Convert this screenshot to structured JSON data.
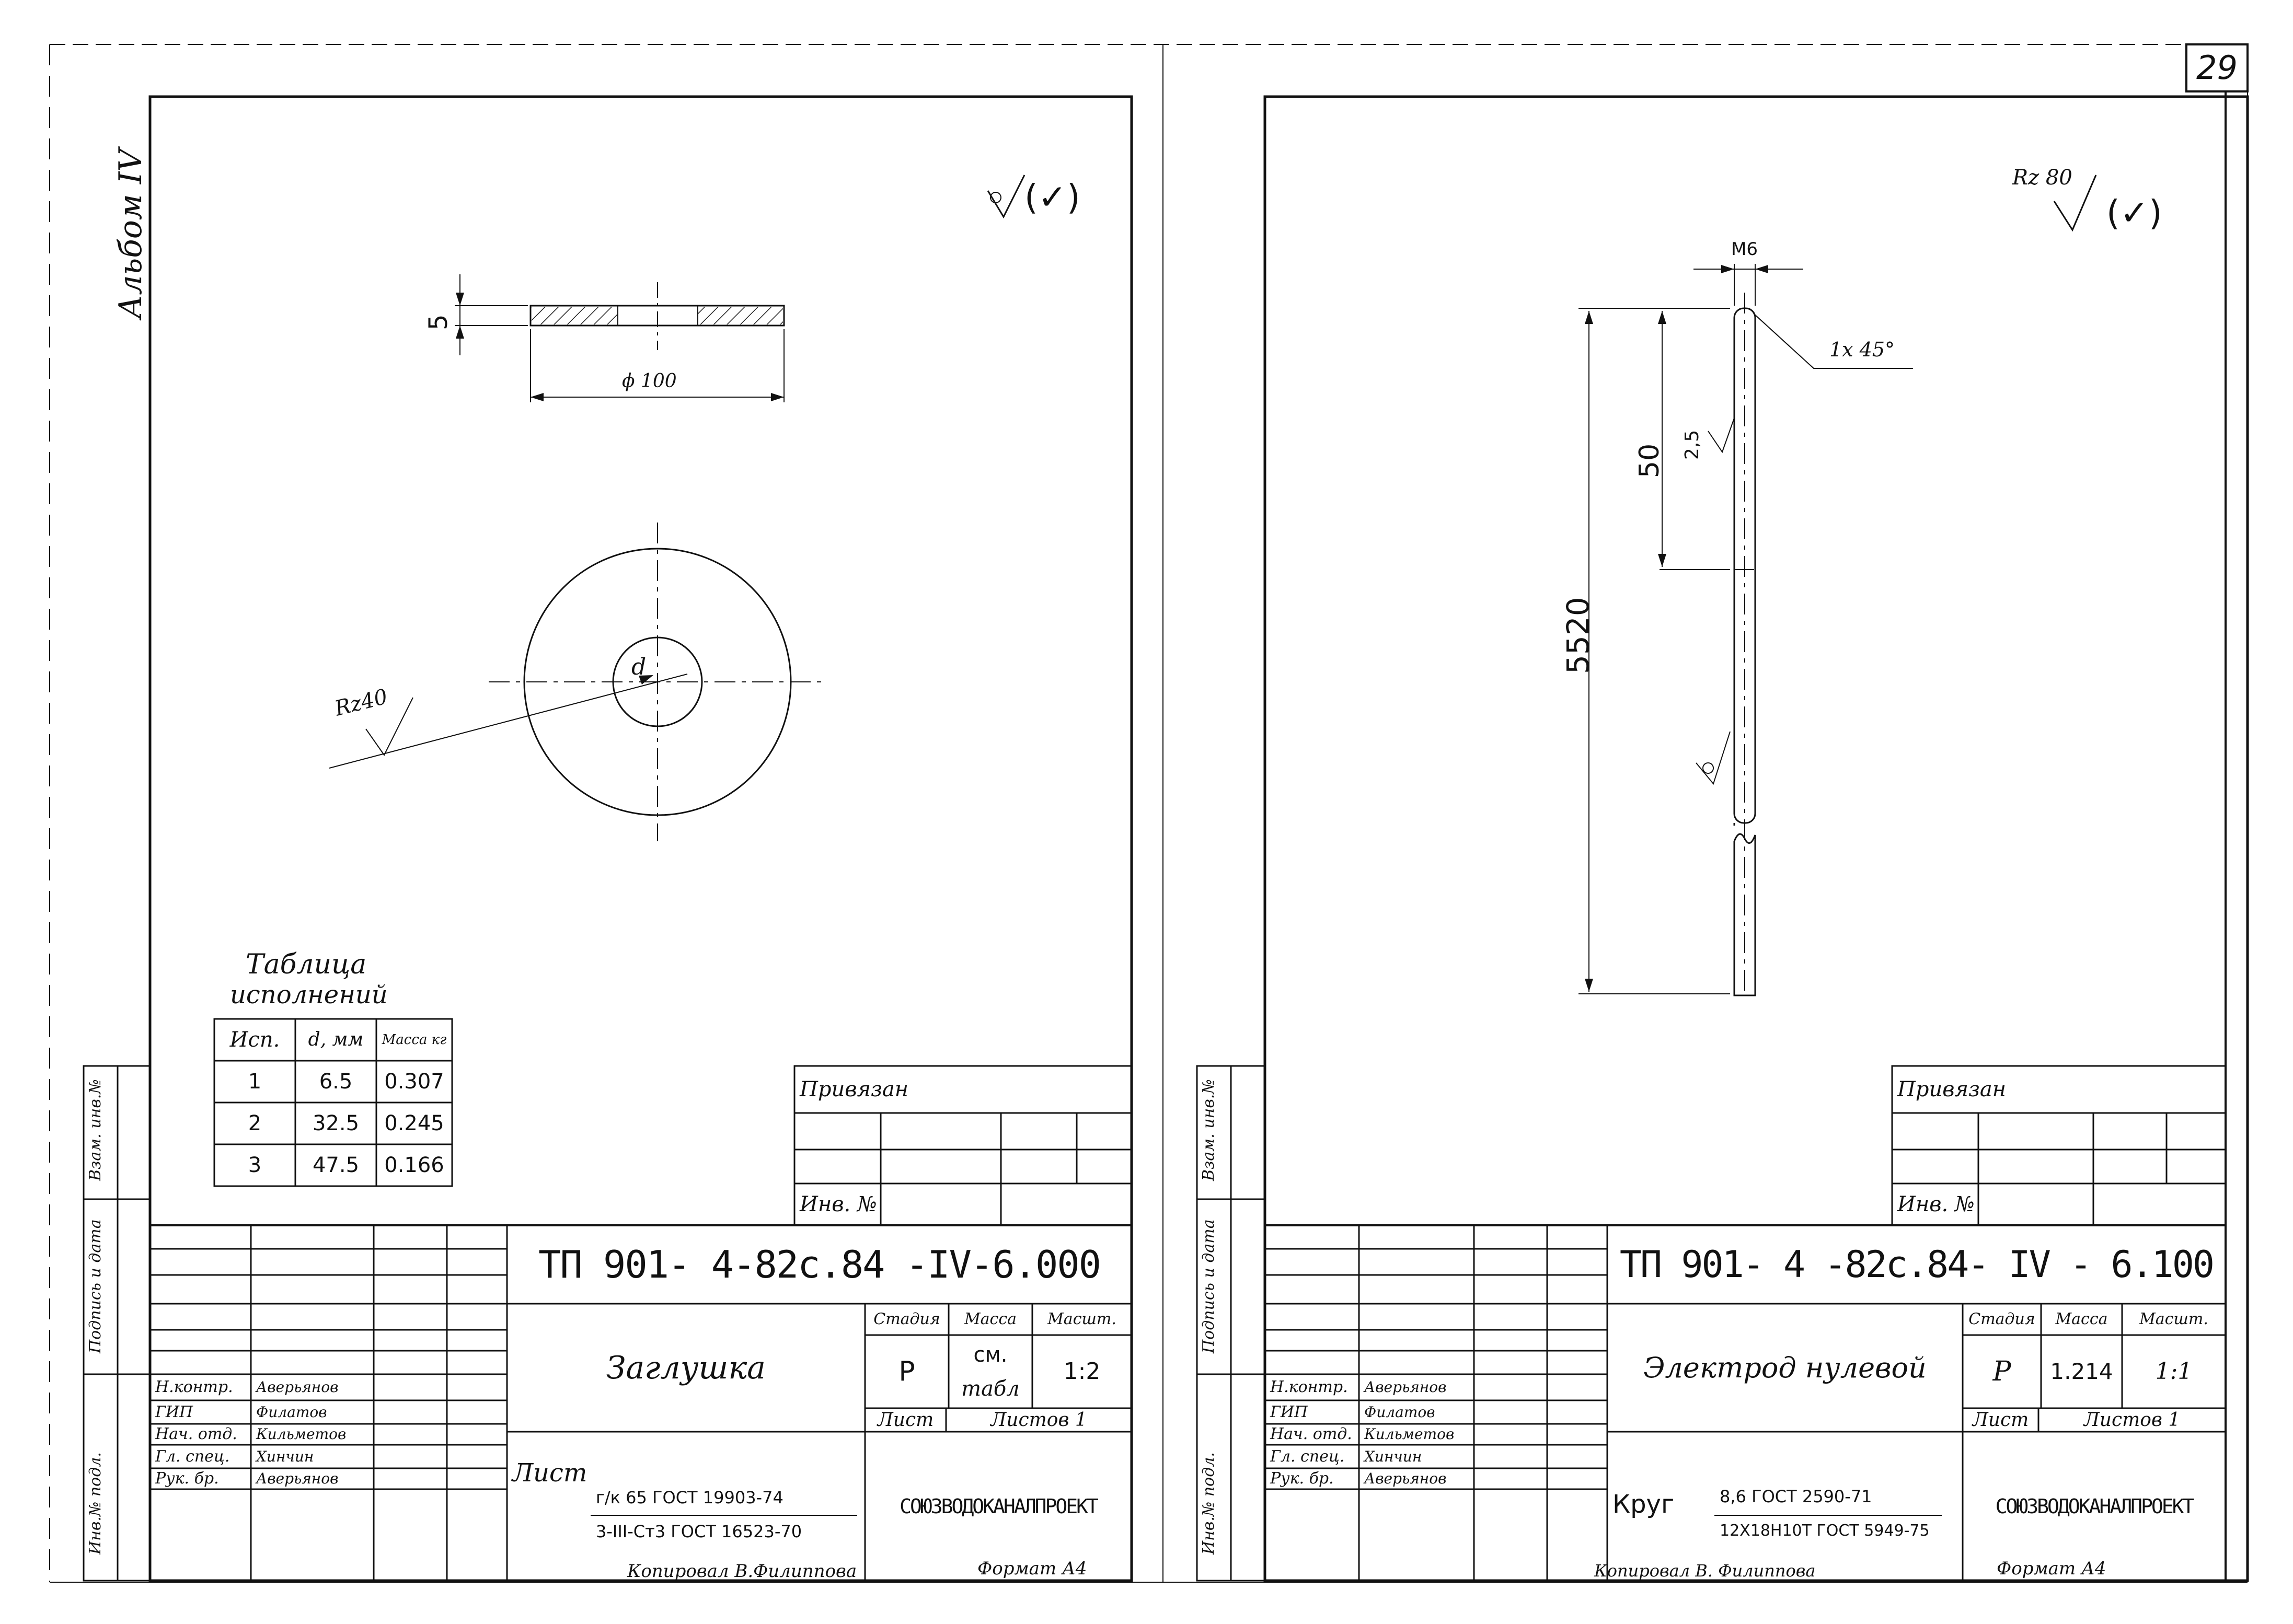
{
  "page_number": "29",
  "album_label": "Альбом IV",
  "side_labels": [
    "Инв.№ подл.",
    "Подпись и дата",
    "Взам. инв.№"
  ],
  "sheets": [
    {
      "roughness": "(✓)",
      "dims": {
        "thickness": "5",
        "diameter": "ϕ 100",
        "hole": "d",
        "rz": "Rz40"
      },
      "table": {
        "title_line1": "Таблица",
        "title_line2": "исполнений",
        "headers": [
          "Исп.",
          "d, мм",
          "Масса кг"
        ],
        "rows": [
          [
            "1",
            "6.5",
            "0.307"
          ],
          [
            "2",
            "32.5",
            "0.245"
          ],
          [
            "3",
            "47.5",
            "0.166"
          ]
        ]
      },
      "privyazan": "Привязан",
      "inv": "Инв. №",
      "code": "ТП 901- 4-82с.84  -IV-6.000",
      "name": "Заглушка",
      "stage_header": "Стадия",
      "mass_header": "Масса",
      "scale_header": "Масшт.",
      "stage": "Р",
      "mass_line1": "см.",
      "mass_line2": "табл",
      "scale": "1:2",
      "sheet_label": "Лист",
      "sheets_label": "Листов 1",
      "material_label": "Лист",
      "material_top": "г/к 65 ГОСТ 19903-74",
      "material_bottom": "3-III-Ст3 ГОСТ 16523-70",
      "org": "СОЮЗВОДОКАНАЛПРОЕКТ",
      "roles": [
        "Н.контр.",
        "ГИП",
        "Нач. отд.",
        "Гл. спец.",
        "Рук. бр."
      ],
      "people": [
        "Аверьянов",
        "Филатов",
        "Кильметов",
        "Хинчин",
        "Аверьянов"
      ],
      "copied": "Копировал В.Филиппова",
      "format": "Формат А4"
    },
    {
      "roughness_rz": "Rz 80",
      "roughness": "(✓)",
      "dims": {
        "thread": "M6",
        "chamfer": "1x 45°",
        "thread_len": "50",
        "rough_local": "2,5",
        "length": "5520"
      },
      "privyazan": "Привязан",
      "inv": "Инв. №",
      "code": "ТП 901- 4 -82с.84- IV - 6.100",
      "name": "Электрод нулевой",
      "stage_header": "Стадия",
      "mass_header": "Масса",
      "scale_header": "Масшт.",
      "stage": "Р",
      "mass": "1.214",
      "scale": "1:1",
      "sheet_label": "Лист",
      "sheets_label": "Листов 1",
      "material_label": "Круг",
      "material_top": "8,6 ГОСТ 2590-71",
      "material_bottom": "12Х18Н10Т ГОСТ 5949-75",
      "org": "СОЮЗВОДОКАНАЛПРОЕКТ",
      "roles": [
        "Н.контр.",
        "ГИП",
        "Нач. отд.",
        "Гл. спец.",
        "Рук. бр."
      ],
      "people": [
        "Аверьянов",
        "Филатов",
        "Кильметов",
        "Хинчин",
        "Аверьянов"
      ],
      "copied": "Копировал В. Филиппова",
      "format": "Формат А4"
    }
  ]
}
